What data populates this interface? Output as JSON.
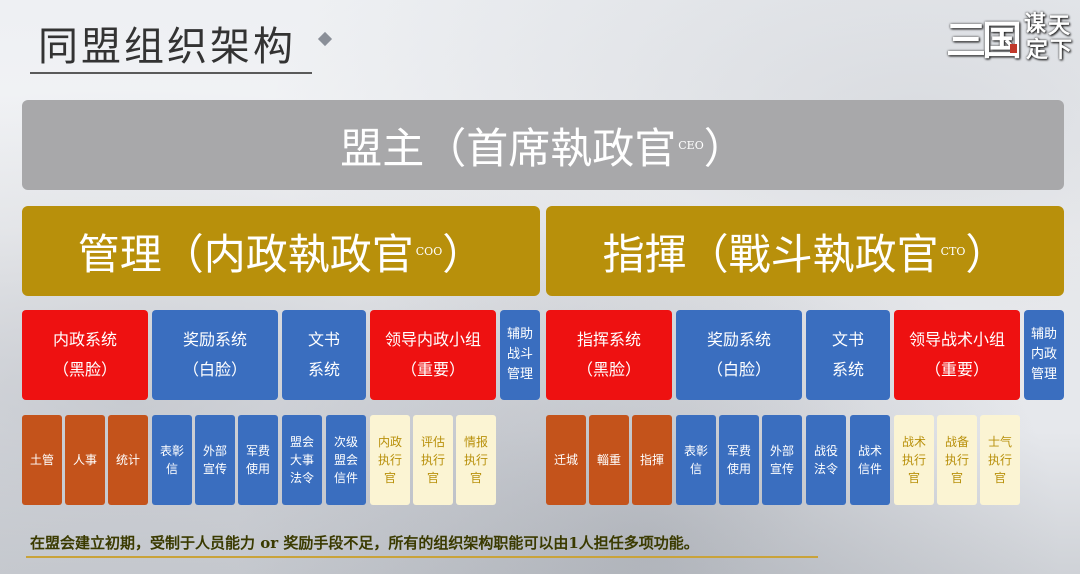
{
  "title": "同盟组织架构",
  "logo": {
    "big": "三国",
    "c1": "谋",
    "c2": "天",
    "c3": "定",
    "c4": "下"
  },
  "ceo": {
    "label": "盟主（首席執政官",
    "sub": "CEO",
    "close": "）"
  },
  "coo": {
    "label": "管理（内政執政官",
    "sub": "COO",
    "close": "）"
  },
  "cto": {
    "label": "指揮（戰斗執政官",
    "sub": "CTO",
    "close": "）"
  },
  "left_systems": [
    {
      "line1": "内政系统",
      "line2": "（黑脸）"
    },
    {
      "line1": "奖励系统",
      "line2": "（白脸）"
    },
    {
      "line1": "文书",
      "line2": "系统"
    },
    {
      "line1": "领导内政小组",
      "line2": "（重要）"
    },
    {
      "line1": "辅助",
      "line2": "战斗",
      "line3": "管理"
    }
  ],
  "right_systems": [
    {
      "line1": "指挥系统",
      "line2": "（黑脸）"
    },
    {
      "line1": "奖励系统",
      "line2": "（白脸）"
    },
    {
      "line1": "文书",
      "line2": "系统"
    },
    {
      "line1": "领导战术小组",
      "line2": "（重要）"
    },
    {
      "line1": "辅助",
      "line2": "内政",
      "line3": "管理"
    }
  ],
  "left_roles": [
    {
      "l1": "土管"
    },
    {
      "l1": "人事"
    },
    {
      "l1": "统计"
    },
    {
      "l1": "表彰",
      "l2": "信"
    },
    {
      "l1": "外部",
      "l2": "宣传"
    },
    {
      "l1": "军费",
      "l2": "使用"
    },
    {
      "l1": "盟会",
      "l2": "大事",
      "l3": "法令"
    },
    {
      "l1": "次级",
      "l2": "盟会",
      "l3": "信件"
    },
    {
      "l1": "内政",
      "l2": "执行",
      "l3": "官"
    },
    {
      "l1": "评估",
      "l2": "执行",
      "l3": "官"
    },
    {
      "l1": "情报",
      "l2": "执行",
      "l3": "官"
    }
  ],
  "right_roles": [
    {
      "l1": "迁城"
    },
    {
      "l1": "輜重"
    },
    {
      "l1": "指揮"
    },
    {
      "l1": "表彰",
      "l2": "信"
    },
    {
      "l1": "军费",
      "l2": "使用"
    },
    {
      "l1": "外部",
      "l2": "宣传"
    },
    {
      "l1": "战役",
      "l2": "法令"
    },
    {
      "l1": "战术",
      "l2": "信件"
    },
    {
      "l1": "战术",
      "l2": "执行",
      "l3": "官"
    },
    {
      "l1": "战备",
      "l2": "执行",
      "l3": "官"
    },
    {
      "l1": "士气",
      "l2": "执行",
      "l3": "官"
    }
  ],
  "note": "在盟会建立初期，受制于人员能力 or 奖励手段不足，所有的组织架构职能可以由1人担任多项功能。",
  "colors": {
    "ceo": "#a8a8aa",
    "exec": "#b8900b",
    "red": "#ee1111",
    "blue": "#3a6ebf",
    "orange": "#c4531b",
    "cream": "#fbf4d3"
  }
}
